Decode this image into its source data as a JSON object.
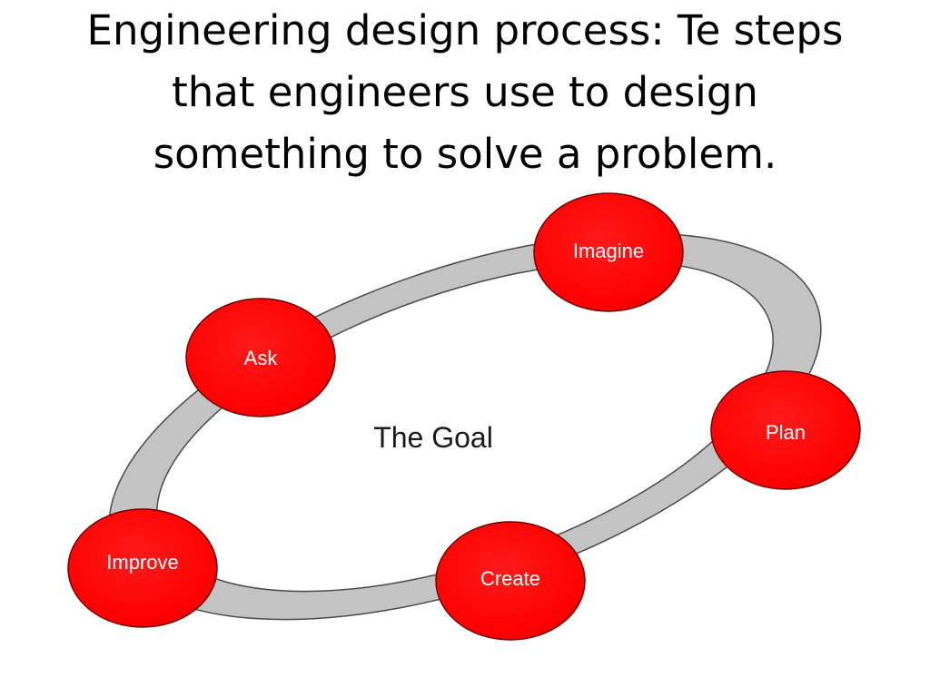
{
  "slide": {
    "title_lines": [
      "Engineering design process: Te steps",
      "that engineers use to design",
      "something to solve a problem."
    ]
  },
  "diagram": {
    "center_label": "The Goal",
    "steps": [
      {
        "label": "Ask"
      },
      {
        "label": "Imagine"
      },
      {
        "label": "Plan"
      },
      {
        "label": "Create"
      },
      {
        "label": "Improve"
      }
    ],
    "colors": {
      "node_fill": "#ff0000",
      "node_stroke": "#6e0000",
      "ring_fill": "#c3c3c3",
      "ring_stroke": "#4a4a4a",
      "node_text": "#ffffff",
      "center_text": "#1a1a1a"
    }
  }
}
